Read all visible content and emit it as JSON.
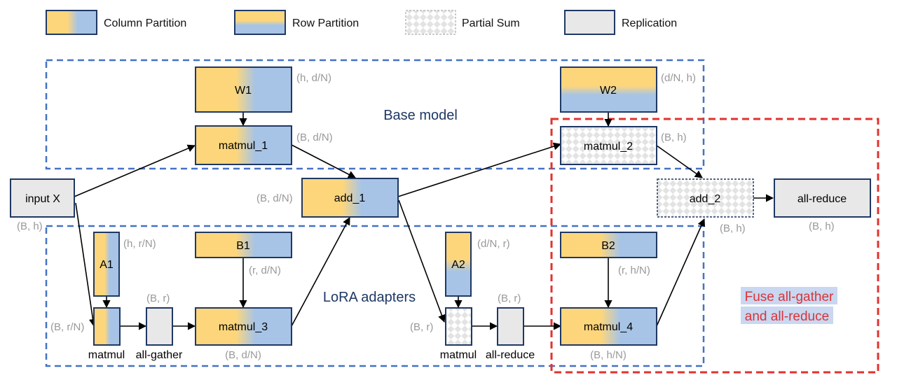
{
  "legend": {
    "column_partition": "Column Partition",
    "row_partition": "Row Partition",
    "partial_sum": "Partial Sum",
    "replication": "Replication"
  },
  "regions": {
    "base_model": "Base model",
    "lora_adapters": "LoRA adapters",
    "fuse_line1": "Fuse all-gather",
    "fuse_line2": "and all-reduce"
  },
  "nodes": {
    "w1": "W1",
    "w2": "W2",
    "matmul_1": "matmul_1",
    "matmul_2": "matmul_2",
    "input_x": "input X",
    "add_1": "add_1",
    "add_2": "add_2",
    "all_reduce_final": "all-reduce",
    "a1": "A1",
    "b1": "B1",
    "a2": "A2",
    "b2": "B2",
    "matmul_a1": "matmul",
    "all_gather": "all-gather",
    "matmul_3": "matmul_3",
    "matmul_a2": "matmul",
    "all_reduce_lora": "all-reduce",
    "matmul_4": "matmul_4"
  },
  "shapes": {
    "w1": "(h, d/N)",
    "matmul_1": "(B, d/N)",
    "w2": "(d/N, h)",
    "matmul_2": "(B, h)",
    "input_x": "(B, h)",
    "add_1": "(B, d/N)",
    "add_2": "(B, h)",
    "all_reduce_final": "(B, h)",
    "a1": "(h, r/N)",
    "matmul_a1": "(B, r/N)",
    "all_gather": "(B, r)",
    "b1": "(r, d/N)",
    "matmul_3": "(B, d/N)",
    "a2": "(d/N, r)",
    "matmul_a2": "(B, r)",
    "all_reduce_lora": "(B, r)",
    "b2": "(r, h/N)",
    "matmul_4": "(B, h/N)"
  },
  "colors": {
    "yellow": "#fdd67c",
    "blue": "#a7c4e6",
    "gray": "#e8e8e8",
    "border": "#1f3864",
    "region_blue": "#4472c4",
    "fuse_red": "#e0332f",
    "fuse_highlight": "#c9d7f0"
  }
}
